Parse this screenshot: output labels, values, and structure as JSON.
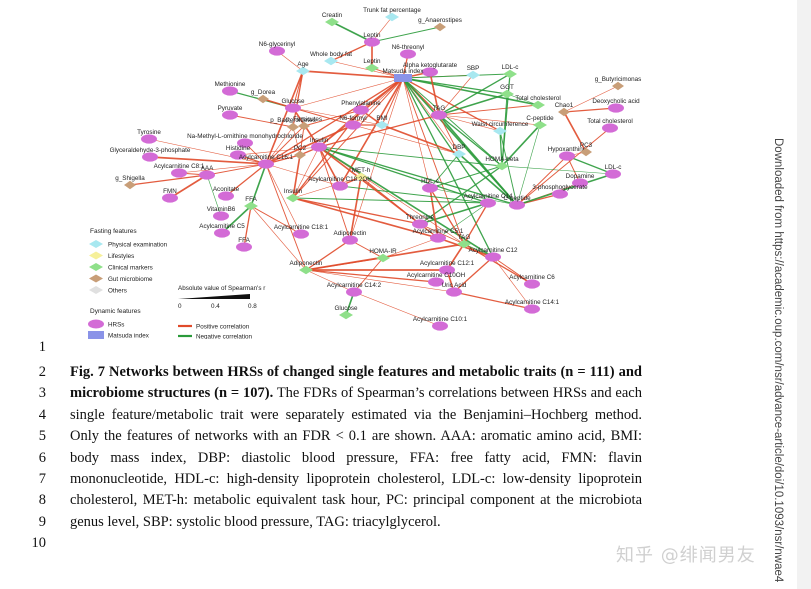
{
  "figure": {
    "legend": {
      "fasting_title": "Fasting features",
      "fasting_items": [
        {
          "label": "Physical examination",
          "color": "#a8e8f0"
        },
        {
          "label": "Lifestyles",
          "color": "#f6f09a"
        },
        {
          "label": "Clinical markers",
          "color": "#8fe08a"
        },
        {
          "label": "Gut microbiome",
          "color": "#c89e78"
        },
        {
          "label": "Others",
          "color": "#e0e0e0"
        }
      ],
      "scale_title": "Absolute value of Spearman's r",
      "scale_ticks": [
        "0",
        "0.4",
        "0.8"
      ],
      "dynamic_title": "Dynamic features",
      "dynamic_items": [
        {
          "label": "HRSs",
          "color": "#d36bd6"
        },
        {
          "label": "Matsuda index",
          "color": "#8a93e8"
        }
      ],
      "corr_items": [
        {
          "label": "Positive correlation",
          "color": "#e04a2a"
        },
        {
          "label": "Negative correlation",
          "color": "#2a9a3a"
        }
      ]
    },
    "nodes": [
      {
        "label": "Creatin",
        "kind": "clinical"
      },
      {
        "label": "Trunk fat percentage",
        "kind": "physical"
      },
      {
        "label": "g_Anaerostipes",
        "kind": "microbe"
      },
      {
        "label": "Leptin",
        "kind": "hrs"
      },
      {
        "label": "N6-glycerinyl",
        "kind": "hrs"
      },
      {
        "label": "Whole body fat",
        "kind": "physical"
      },
      {
        "label": "N6-threonyl",
        "kind": "hrs"
      },
      {
        "label": "Leptin",
        "kind": "clinical"
      },
      {
        "label": "Alpha ketoglutarate",
        "kind": "hrs"
      },
      {
        "label": "SBP",
        "kind": "physical"
      },
      {
        "label": "LDL-c",
        "kind": "clinical"
      },
      {
        "label": "Age",
        "kind": "physical"
      },
      {
        "label": "Matsuda index",
        "kind": "matsuda"
      },
      {
        "label": "GGT",
        "kind": "clinical"
      },
      {
        "label": "g_Butyricimonas",
        "kind": "microbe"
      },
      {
        "label": "Methionine",
        "kind": "hrs"
      },
      {
        "label": "g_Dorea",
        "kind": "microbe"
      },
      {
        "label": "Total cholesterol",
        "kind": "clinical"
      },
      {
        "label": "Deoxycholic acid",
        "kind": "hrs"
      },
      {
        "label": "Glucose",
        "kind": "hrs"
      },
      {
        "label": "Phenylalanine",
        "kind": "hrs"
      },
      {
        "label": "TAG",
        "kind": "hrs"
      },
      {
        "label": "Chao1",
        "kind": "microbe"
      },
      {
        "label": "Pyruvate",
        "kind": "hrs"
      },
      {
        "label": "p_Bacteroidetes",
        "kind": "microbe"
      },
      {
        "label": "p_Firmicutes",
        "kind": "microbe"
      },
      {
        "label": "N6-formyl",
        "kind": "hrs"
      },
      {
        "label": "BMI",
        "kind": "physical"
      },
      {
        "label": "C-peptide",
        "kind": "clinical"
      },
      {
        "label": "Total cholesterol",
        "kind": "hrs"
      },
      {
        "label": "Waist circumference",
        "kind": "physical"
      },
      {
        "label": "Tyrosine",
        "kind": "hrs"
      },
      {
        "label": "Na-Methyl-L-ornithine monohydrochloride",
        "kind": "hrs"
      },
      {
        "label": "Insulin",
        "kind": "hrs"
      },
      {
        "label": "DBP",
        "kind": "physical"
      },
      {
        "label": "Histidine",
        "kind": "hrs"
      },
      {
        "label": "PC2",
        "kind": "microbe"
      },
      {
        "label": "Glyceraldehyde-3-phosphate",
        "kind": "hrs"
      },
      {
        "label": "Acylcarnitine C16:1",
        "kind": "hrs"
      },
      {
        "label": "Hypoxanthine",
        "kind": "hrs"
      },
      {
        "label": "PC3",
        "kind": "microbe"
      },
      {
        "label": "HOMA-beta",
        "kind": "clinical"
      },
      {
        "label": "Acylcarnitine C8:1",
        "kind": "hrs"
      },
      {
        "label": "AAA",
        "kind": "hrs"
      },
      {
        "label": "MET-h",
        "kind": "lifestyle"
      },
      {
        "label": "LDL-c",
        "kind": "hrs"
      },
      {
        "label": "g_Shigella",
        "kind": "microbe"
      },
      {
        "label": "Dopamine",
        "kind": "hrs"
      },
      {
        "label": "Acylcarnitine C18:2OH",
        "kind": "hrs"
      },
      {
        "label": "HDL-c",
        "kind": "hrs"
      },
      {
        "label": "FMN",
        "kind": "hrs"
      },
      {
        "label": "Aconitate",
        "kind": "hrs"
      },
      {
        "label": "Insulin",
        "kind": "clinical"
      },
      {
        "label": "3-phosphoglycerate",
        "kind": "hrs"
      },
      {
        "label": "FFA",
        "kind": "clinical"
      },
      {
        "label": "Acylcarnitine C14",
        "kind": "hrs"
      },
      {
        "label": "C-peptide",
        "kind": "hrs"
      },
      {
        "label": "VitaminB6",
        "kind": "hrs"
      },
      {
        "label": "Threonine",
        "kind": "hrs"
      },
      {
        "label": "Acylcarnitine C5",
        "kind": "hrs"
      },
      {
        "label": "Acylcarnitine C18:1",
        "kind": "hrs"
      },
      {
        "label": "Adiponectin",
        "kind": "hrs"
      },
      {
        "label": "Acylcarnitine C5:1",
        "kind": "hrs"
      },
      {
        "label": "FFA",
        "kind": "hrs"
      },
      {
        "label": "TAG",
        "kind": "clinical"
      },
      {
        "label": "HOMA-IR",
        "kind": "clinical"
      },
      {
        "label": "Acylcarnitine C12",
        "kind": "hrs"
      },
      {
        "label": "Adiponectin",
        "kind": "clinical"
      },
      {
        "label": "Acylcarnitine C12:1",
        "kind": "hrs"
      },
      {
        "label": "Acylcarnitine C10OH",
        "kind": "hrs"
      },
      {
        "label": "Acylcarnitine C6",
        "kind": "hrs"
      },
      {
        "label": "Acylcarnitine C14:2",
        "kind": "hrs"
      },
      {
        "label": "Uric Acid",
        "kind": "hrs"
      },
      {
        "label": "Acylcarnitine C14:1",
        "kind": "hrs"
      },
      {
        "label": "Glucose",
        "kind": "clinical"
      },
      {
        "label": "Acylcarnitine C10:1",
        "kind": "hrs"
      }
    ]
  },
  "line_numbers": [
    "1",
    "2",
    "3",
    "4",
    "5",
    "6",
    "7",
    "8",
    "9",
    "10"
  ],
  "caption": {
    "bold": "Fig. 7 Networks between HRSs of changed single features and metabolic traits (n = 111) and microbiome structures (n = 107).",
    "text": " The FDRs of Spearman’s correlations between HRSs and each single feature/metabolic trait were separately estimated via the Benjamini–Hochberg method. Only the features of networks with an FDR < 0.1 are shown. AAA: aromatic amino acid, BMI: body mass index, DBP: diastolic blood pressure, FFA: free fatty acid, FMN: flavin mononucleotide, HDL-c: high-density lipoprotein cholesterol, LDL-c: low-density lipoprotein cholesterol, MET-h: metabolic equivalent task hour, PC: principal component at the microbiota genus level, SBP: systolic blood pressure, TAG: triacylglycerol."
  },
  "side_note": "Downloaded from https://academic.oup.com/nsr/advance-article/doi/10.1093/nsr/nwae4",
  "watermark": "知乎 @绯闻男友",
  "colors": {
    "positive": "#e04a2a",
    "negative": "#2a9a3a",
    "hrs": "#d36bd6",
    "matsuda": "#8a93e8",
    "clinical": "#8fe08a",
    "physical": "#a8e8f0",
    "lifestyle": "#f6f09a",
    "microbe": "#c89e78"
  }
}
